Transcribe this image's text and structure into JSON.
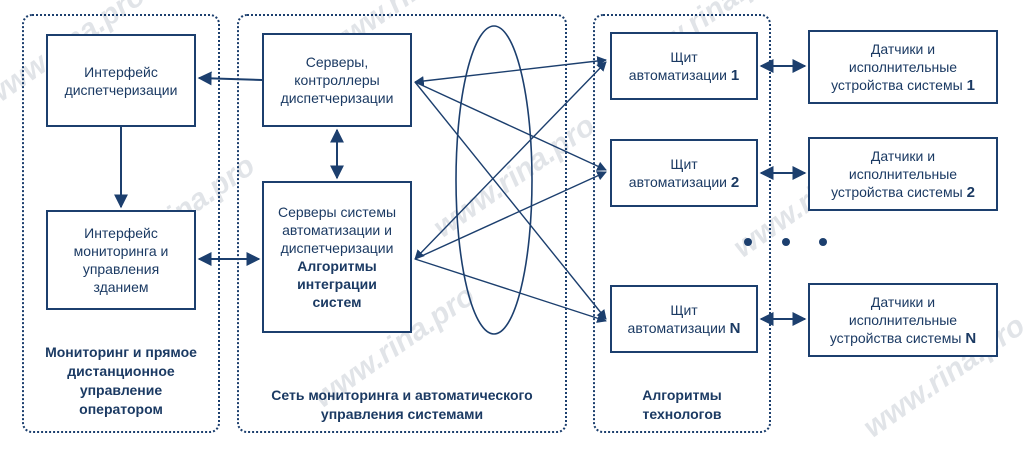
{
  "panels": {
    "left_caption": [
      "Мониторинг и прямое",
      "дистанционное",
      "управление",
      "оператором"
    ],
    "middle_caption": [
      "Сеть мониторинга и автоматического",
      "управления системами"
    ],
    "right_caption": [
      "Алгоритмы",
      "технологов"
    ]
  },
  "boxes": {
    "dispatch_interface": [
      "Интерфейс",
      "диспетчеризации"
    ],
    "monitoring_interface": [
      "Интерфейс",
      "мониторинга и",
      "управления",
      "зданием"
    ],
    "dispatch_servers": [
      "Серверы,",
      "контроллеры",
      "диспетчеризации"
    ],
    "automation_servers": [
      "Серверы системы",
      "автоматизации и",
      "диспетчеризации"
    ],
    "integration_algorithms": [
      "Алгоритмы",
      "интеграции",
      "систем"
    ],
    "panels": [
      {
        "line1": "Щит",
        "line2": "автоматизации",
        "num": "1"
      },
      {
        "line1": "Щит",
        "line2": "автоматизации",
        "num": "2"
      },
      {
        "line1": "Щит",
        "line2": "автоматизации",
        "num": "N"
      }
    ],
    "devices": [
      {
        "line1": "Датчики и",
        "line2": "исполнительные",
        "line3": "устройства системы",
        "num": "1"
      },
      {
        "line1": "Датчики и",
        "line2": "исполнительные",
        "line3": "устройства системы",
        "num": "2"
      },
      {
        "line1": "Датчики и",
        "line2": "исполнительные",
        "line3": "устройства системы",
        "num": "N"
      }
    ]
  },
  "watermark": "www.rina.pro",
  "colors": {
    "line": "#1c3f6e",
    "text": "#1b3a63"
  }
}
